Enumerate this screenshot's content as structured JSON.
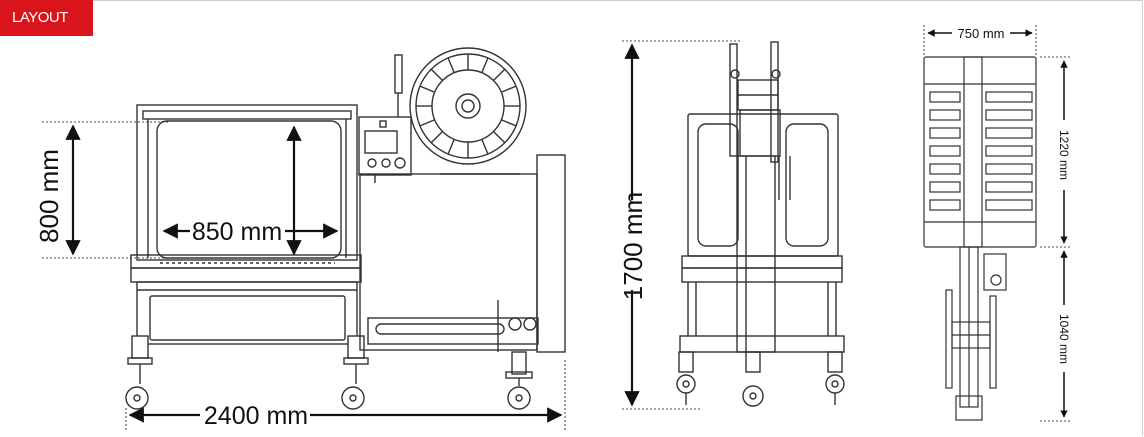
{
  "badge": {
    "label": "LAYOUT"
  },
  "colors": {
    "badge": "#d9141b",
    "line": "#333333",
    "dim": "#111111"
  },
  "dimensions": {
    "front_height": "800 mm",
    "front_inner_width": "850 mm",
    "front_total_width": "2400 mm",
    "side_height": "1700 mm",
    "top_width": "750 mm",
    "top_upper_length": "1220 mm",
    "top_lower_length": "1040 mm"
  }
}
